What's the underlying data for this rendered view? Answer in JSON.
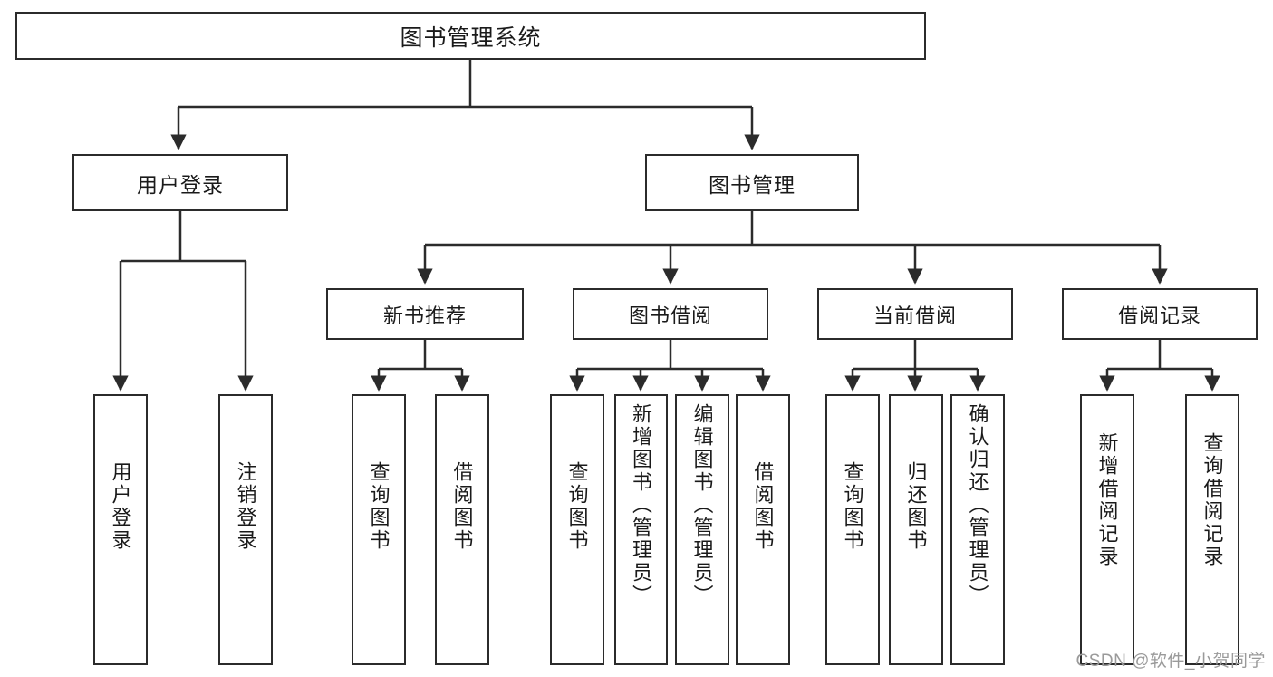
{
  "diagram": {
    "title": "图书管理系统",
    "type": "hierarchy-tree",
    "edge_color": "#2b2b2b",
    "node_border_color": "#2b2b2b",
    "node_fill_color": "#ffffff",
    "background_color": "#ffffff"
  },
  "nodes": {
    "root": {
      "label": "图书管理系统"
    },
    "level2": [
      {
        "label": "用户登录"
      },
      {
        "label": "图书管理"
      }
    ],
    "level3": [
      {
        "label": "新书推荐"
      },
      {
        "label": "图书借阅"
      },
      {
        "label": "当前借阅"
      },
      {
        "label": "借阅记录"
      }
    ],
    "leaves": {
      "user_login": [
        {
          "label": "用户登录"
        },
        {
          "label": "注销登录"
        }
      ],
      "new_book_recommend": [
        {
          "label": "查询图书"
        },
        {
          "label": "借阅图书"
        }
      ],
      "book_borrow": [
        {
          "label": "查询图书"
        },
        {
          "label": "新增图书（管理员）"
        },
        {
          "label": "编辑图书（管理员）"
        },
        {
          "label": "借阅图书"
        }
      ],
      "current_borrow": [
        {
          "label": "查询图书"
        },
        {
          "label": "归还图书"
        },
        {
          "label": "确认归还（管理员）"
        }
      ],
      "borrow_records": [
        {
          "label": "新增借阅记录"
        },
        {
          "label": "查询借阅记录"
        }
      ]
    }
  },
  "watermark": {
    "text": "CSDN @软件_小贺同学",
    "color": "#9a9a9a"
  }
}
